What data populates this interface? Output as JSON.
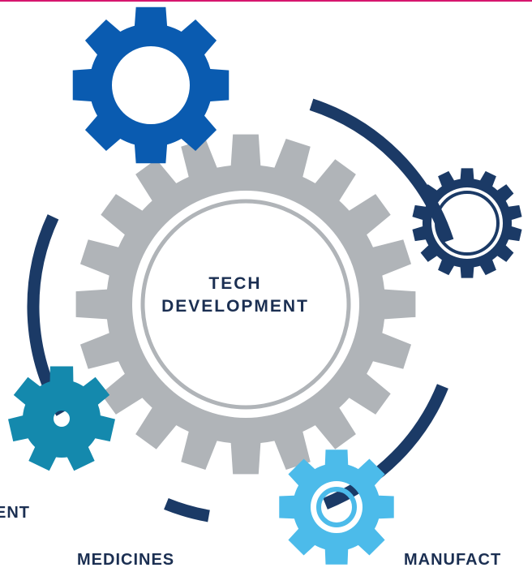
{
  "center": {
    "line1": "TECH",
    "line2": "DEVELOPMENT"
  },
  "labels": {
    "left_partial": "ENT",
    "bottom_left": "MEDICINES",
    "bottom_right_partial": "MANUFACT"
  },
  "colors": {
    "accent_bar": "#d6166e",
    "ring_arc": "#1b3a66",
    "center_gear": "#b0b4b8",
    "gear_top": "#0a5bb0",
    "gear_right": "#1b3a66",
    "gear_left": "#1489ad",
    "gear_bottom": "#4cbbea",
    "text": "#1b2f52"
  },
  "icons": [
    "gear-icon",
    "gear-icon",
    "gear-icon",
    "gear-icon",
    "gear-icon"
  ]
}
